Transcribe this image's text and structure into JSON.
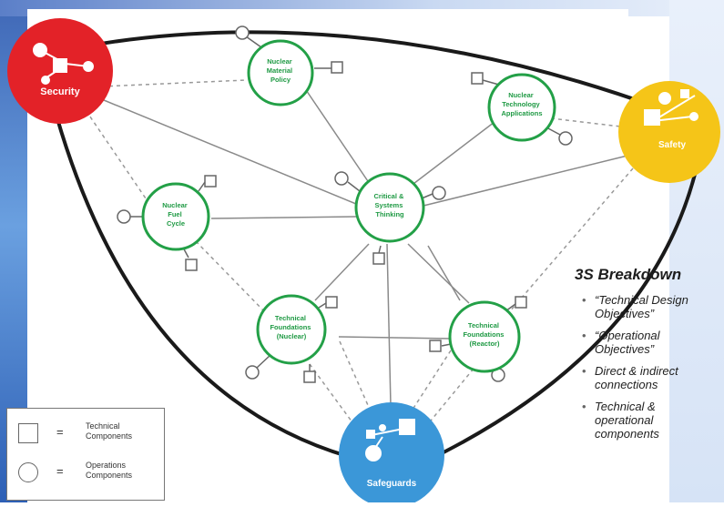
{
  "nodes": {
    "security": "Security",
    "safety": "Safety",
    "safeguards": "Safeguards",
    "nuclear_material_policy": [
      "Nuclear",
      "Material",
      "Policy"
    ],
    "nuclear_technology_applications": [
      "Nuclear",
      "Technology",
      "Applications"
    ],
    "nuclear_fuel_cycle": [
      "Nuclear",
      "Fuel",
      "Cycle"
    ],
    "critical_systems_thinking": [
      "Critical &",
      "Systems",
      "Thinking"
    ],
    "technical_foundations_nuclear": [
      "Technical",
      "Foundations",
      "(Nuclear)"
    ],
    "technical_foundations_reactor": [
      "Technical",
      "Foundations",
      "(Reactor)"
    ]
  },
  "colors": {
    "security": "#e32228",
    "safety": "#f5c518",
    "safeguards": "#3b97d8",
    "topic_ring": "#23a047",
    "topic_text": "#1f9a44",
    "boundary": "#1a1a1a",
    "line": "#8a8a8a"
  },
  "legend": {
    "technical_symbol": "square",
    "technical_equals": "=",
    "technical_label": "Technical\nComponents",
    "operations_symbol": "circle",
    "operations_equals": "=",
    "operations_label": "Operations\nComponents"
  },
  "breakdown": {
    "title": "3S Breakdown",
    "items": [
      "“Technical Design\nObjectives”",
      "“Operational\nObjectives”",
      "Direct & indirect\nconnections",
      "Technical &\noperational\ncomponents"
    ]
  }
}
